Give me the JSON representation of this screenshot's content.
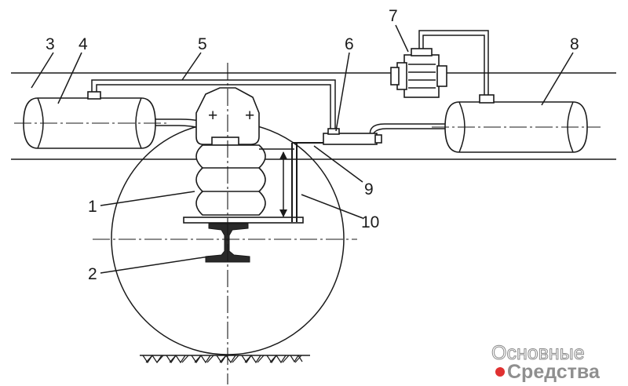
{
  "labels": {
    "l1": "1",
    "l2": "2",
    "l3": "3",
    "l4": "4",
    "l5": "5",
    "l6": "6",
    "l7": "7",
    "l8": "8",
    "l9": "9",
    "l10": "10"
  },
  "signs": {
    "plus": "+"
  },
  "watermark": {
    "line1": "Основные",
    "line2": "Средства"
  }
}
